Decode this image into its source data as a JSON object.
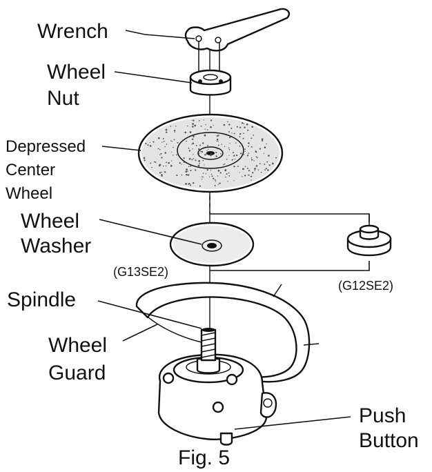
{
  "labels": {
    "wrench": "Wrench",
    "wheel_nut_1": "Wheel",
    "wheel_nut_2": "Nut",
    "depressed_1": "Depressed",
    "depressed_2": "Center",
    "depressed_3": "Wheel",
    "wheel_washer_1": "Wheel",
    "wheel_washer_2": "Washer",
    "g13": "(G13SE2)",
    "g12": "(G12SE2)",
    "spindle": "Spindle",
    "wheel_guard_1": "Wheel",
    "wheel_guard_2": "Guard",
    "push_button_1": "Push",
    "push_button_2": "Button"
  },
  "caption": "Fig. 5"
}
